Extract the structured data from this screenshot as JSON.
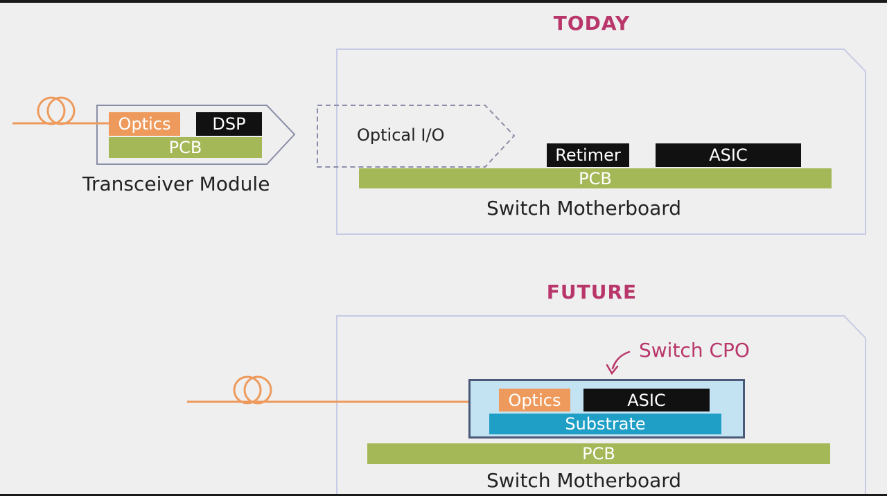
{
  "today": {
    "heading": "TODAY",
    "transceiver": {
      "optics": "Optics",
      "dsp": "DSP",
      "pcb": "PCB",
      "caption": "Transceiver Module"
    },
    "optical_io": "Optical I/O",
    "motherboard": {
      "retimer": "Retimer",
      "asic": "ASIC",
      "pcb": "PCB",
      "caption": "Switch Motherboard"
    }
  },
  "future": {
    "heading": "FUTURE",
    "cpo_label": "Switch CPO",
    "package": {
      "optics": "Optics",
      "asic": "ASIC",
      "substrate": "Substrate"
    },
    "pcb": "PCB",
    "caption": "Switch Motherboard"
  },
  "colors": {
    "heading": "#b8366a",
    "optics": "#ee9a5c",
    "pcb": "#a5b858",
    "substrate": "#1f9fc6",
    "package_fill": "#c3e3f3",
    "outline": "#c8cbe6",
    "fiber": "#ee9a5c"
  }
}
